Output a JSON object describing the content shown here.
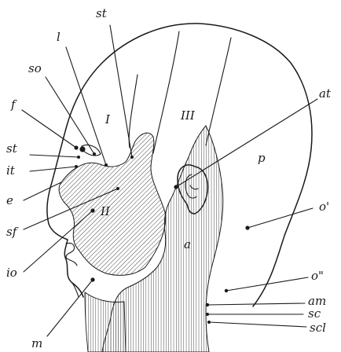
{
  "figure": {
    "regions": {
      "r1": "I",
      "r2": "II",
      "r3": "III",
      "p": "p",
      "a": "a"
    },
    "labels": {
      "st_top": "st",
      "l": "l",
      "so": "so",
      "f": "f",
      "st": "st",
      "it": "it",
      "e": "e",
      "sf": "sf",
      "io": "io",
      "m": "m",
      "at": "at",
      "o1": "o'",
      "o2": "o\"",
      "am": "am",
      "sc": "sc",
      "scl": "scl"
    }
  }
}
